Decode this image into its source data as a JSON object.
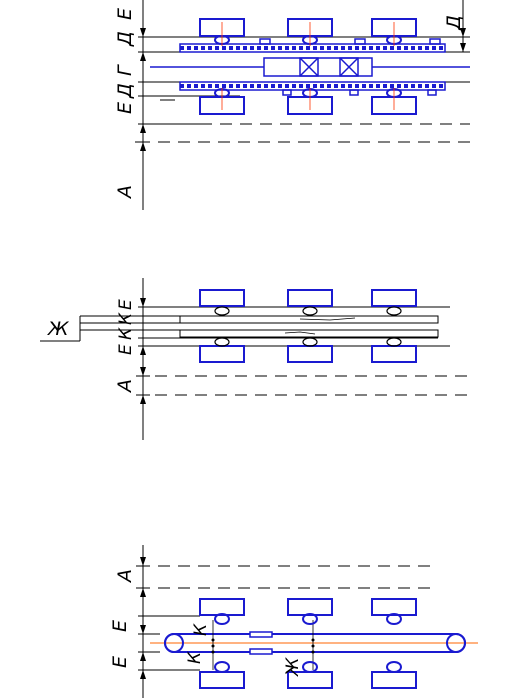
{
  "view1": {
    "label_a": "А",
    "label_e1": "Е",
    "label_d": "Д",
    "label_g": "Г",
    "label_d2": "Д",
    "label_e2": "Е",
    "label_d_right": "Д"
  },
  "view2": {
    "label_zh": "Ж",
    "label_e1": "Е",
    "label_k1": "К",
    "label_k2": "К",
    "label_e2": "Е",
    "label_a": "А"
  },
  "view3": {
    "label_a": "А",
    "label_e1": "Е",
    "label_k1": "К",
    "label_k2": "К",
    "label_e2": "Е",
    "label_zh": "Ж"
  },
  "colors": {
    "line": "#000000",
    "part": "#1a1ad0",
    "centerline": "#ff6600"
  }
}
